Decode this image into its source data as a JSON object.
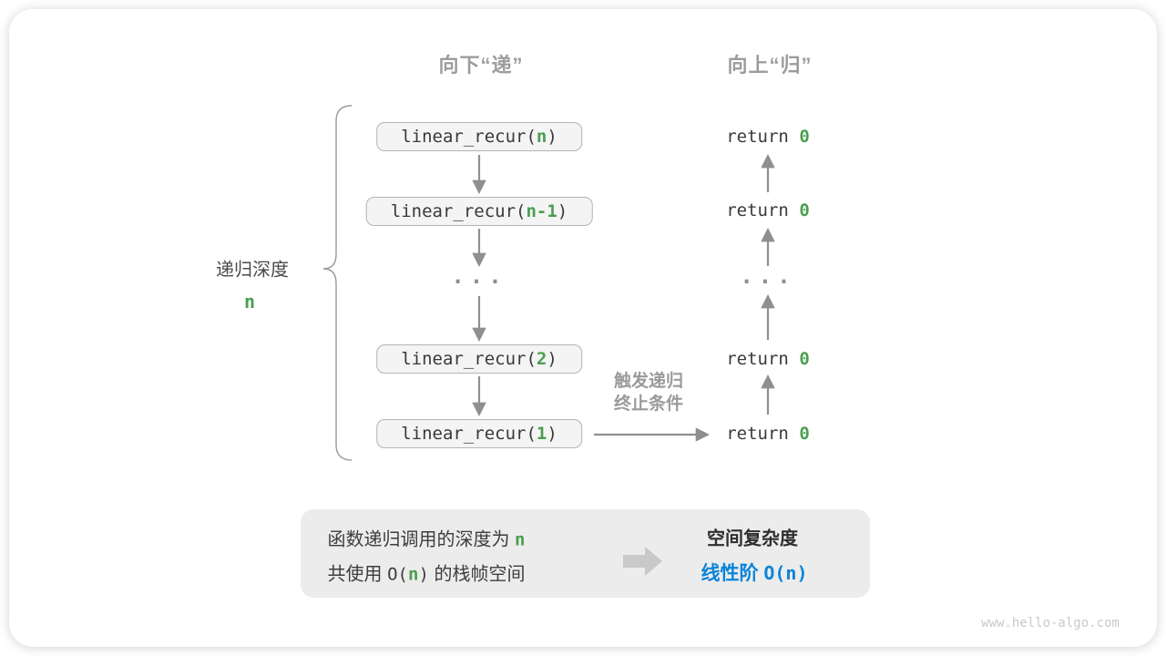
{
  "headers": {
    "descend": "向下“递”",
    "ascend": "向上“归”"
  },
  "depth": {
    "label": "递归深度",
    "value": "n"
  },
  "calls": [
    {
      "prefix": "linear_recur(",
      "arg": "n",
      "close": ")"
    },
    {
      "prefix": "linear_recur(",
      "arg": "n-1",
      "close": ")"
    },
    {
      "prefix": "linear_recur(",
      "arg": "2",
      "close": ")"
    },
    {
      "prefix": "linear_recur(",
      "arg": "1",
      "close": ")"
    }
  ],
  "returns": [
    {
      "keyword": "return ",
      "value": "0"
    },
    {
      "keyword": "return ",
      "value": "0"
    },
    {
      "keyword": "return ",
      "value": "0"
    },
    {
      "keyword": "return ",
      "value": "0"
    }
  ],
  "ellipsis": "...",
  "trigger": {
    "line1": "触发递归",
    "line2": "终止条件"
  },
  "summary": {
    "line1_text": "函数递归调用的深度为 ",
    "line1_arg": "n",
    "line2_pre": "共使用 ",
    "line2_o": "O(",
    "line2_arg": "n",
    "line2_c": ")",
    "line2_post": " 的栈帧空间",
    "result_title": "空间复杂度",
    "result_text": "线性阶 ",
    "result_formula": "O(n)"
  },
  "watermark": "www.hello-algo.com",
  "colors": {
    "green": "#4a9e4f",
    "blue": "#0a84d8",
    "heading_gray": "#9c9c9c",
    "box_bg": "#f4f4f4",
    "box_border": "#b4b4b4",
    "summary_bg": "#ececec",
    "arrow_gray": "#8f8f8f"
  }
}
